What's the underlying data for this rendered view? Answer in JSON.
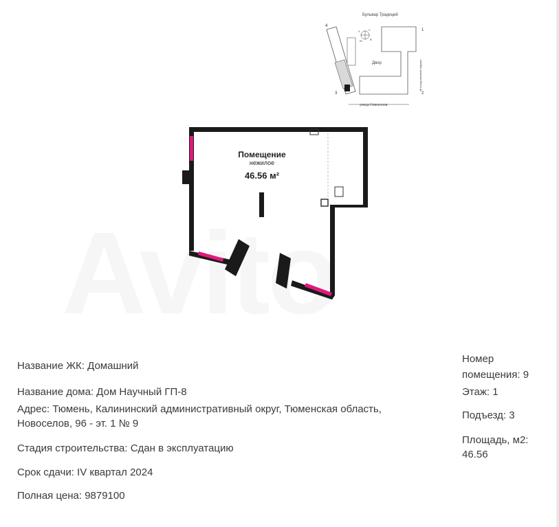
{
  "watermark": "Avito",
  "keyplan": {
    "street_top": "Бульвар Традиций",
    "street_bottom": "улица Новоселов",
    "parking_label": "Многоуровневый паркинг",
    "yard_label": "Двор",
    "corner_labels": [
      "1",
      "2",
      "3",
      "4"
    ],
    "compass": {
      "north": "С",
      "south": "Ю",
      "west": "З",
      "east": "В"
    }
  },
  "floorplan": {
    "room_name": "Помещение",
    "room_type": "нежилое",
    "area": "46.56 м²",
    "accent_color": "#e0197d"
  },
  "details": {
    "complex": "Название ЖК: Домашний",
    "house": "Название дома: Дом Научный ГП-8",
    "address_line1": "Адрес: Тюмень, Калининский административный округ, Тюменская область,",
    "address_line2": "Новоселов, 96 - эт. 1 № 9",
    "stage": "Стадия строительства: Сдан в эксплуатацию",
    "deadline": "Срок сдачи: IV квартал 2024",
    "price": "Полная цена: 9879100"
  },
  "side": {
    "room_number_line1": "Номер",
    "room_number_line2": "помещения: 9",
    "floor": "Этаж: 1",
    "entrance": "Подъезд: 3",
    "area_line1": "Площадь, м2:",
    "area_line2": "46.56"
  }
}
